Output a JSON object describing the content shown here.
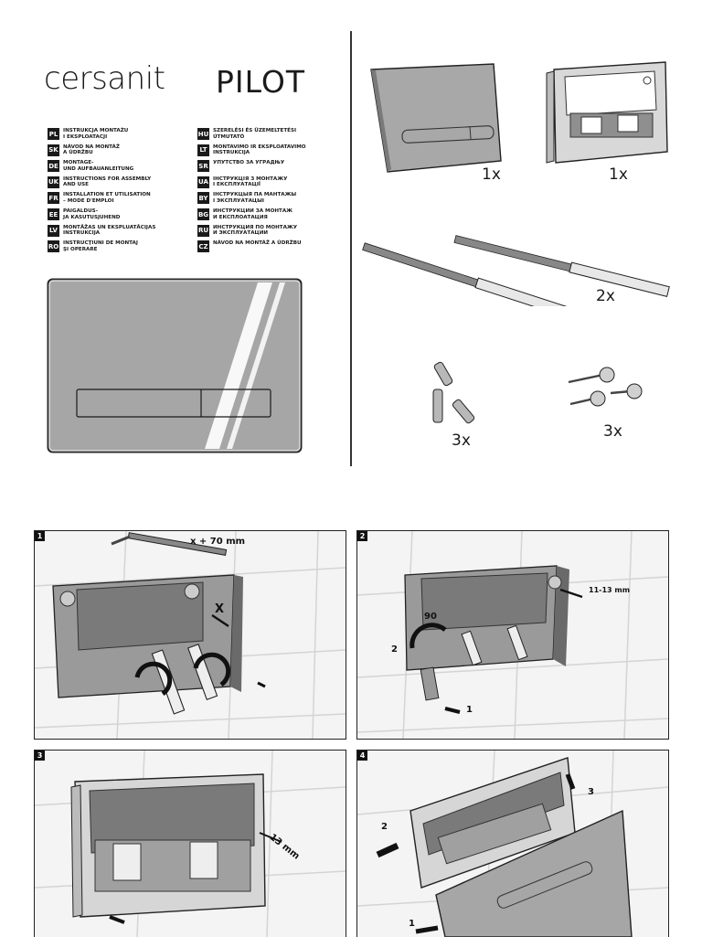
{
  "header": {
    "brand": "cersanit",
    "product": "PILOT"
  },
  "languages_left": [
    {
      "code": "PL",
      "text": "INSTRUKCJA MONTAŻU\nI EKSPLOATACJI"
    },
    {
      "code": "SK",
      "text": "NÁVOD NA MONTÁŽ\nA ÚDRŽBU"
    },
    {
      "code": "DE",
      "text": "MONTAGE-\nUND AUFBAUANLEITUNG"
    },
    {
      "code": "UK",
      "text": "INSTRUCTIONS FOR ASSEMBLY\nAND USE"
    },
    {
      "code": "FR",
      "text": "INSTALLATION ET UTILISATION\n– MODE D'EMPLOI"
    },
    {
      "code": "EE",
      "text": "PAIGALDUS-\nJA KASUTUSJUHEND"
    },
    {
      "code": "LV",
      "text": "MONTĀŽAS UN EKSPLUATĀCIJAS\nINSTRUKCIJA"
    },
    {
      "code": "RO",
      "text": "INSTRUCŢIUNI DE MONTAJ\nŞI OPERARE"
    }
  ],
  "languages_right": [
    {
      "code": "HU",
      "text": "SZERELÉSI ÉS ÜZEMELTETÉSI\nÚTMUTATÓ"
    },
    {
      "code": "LT",
      "text": "MONTAVIMO IR EKSPLOATAVIMO\nINSTRUKCIJA"
    },
    {
      "code": "SR",
      "text": "УПУТСТВО ЗА УГРАДЊУ"
    },
    {
      "code": "UA",
      "text": "ІНСТРУКЦІЯ З МОНТАЖУ\nІ ЕКСПЛУАТАЦІЇ"
    },
    {
      "code": "BY",
      "text": "ІНСТРУКЦЫЯ ПА МАНТАЖЫ\nІ ЭКСПЛУАТАЦЫІ"
    },
    {
      "code": "BG",
      "text": "ИНСТРУКЦИИ ЗА МОНТАЖ\nИ ЕКСПЛОАТАЦИЯ"
    },
    {
      "code": "RU",
      "text": "ИНСТРУКЦИЯ ПО МОНТАЖУ\nИ ЭКСПЛУАТАЦИИ"
    },
    {
      "code": "CZ",
      "text": "NÁVOD NA MONTÁŽ A ÚDRŽBU"
    }
  ],
  "parts": {
    "plate_qty": "1x",
    "frame_qty": "1x",
    "rods_qty": "2x",
    "dowels_qty": "3x",
    "screws_qty": "3x"
  },
  "steps": [
    {
      "num": "1",
      "ann_a": "x + 70 mm",
      "ann_b": "X"
    },
    {
      "num": "2",
      "ann_a": "11-13 mm",
      "ann_b": "90",
      "ann_c": "2",
      "ann_d": "1"
    },
    {
      "num": "3",
      "ann_a": "13 mm"
    },
    {
      "num": "4",
      "ann_a": "2",
      "ann_b": "3",
      "ann_c": "1"
    }
  ],
  "colors": {
    "plate": "#a6a6a6",
    "frame_gray": "#9a9a9a",
    "tile_bg": "#f2f2f2",
    "ink": "#1a1a1a"
  }
}
